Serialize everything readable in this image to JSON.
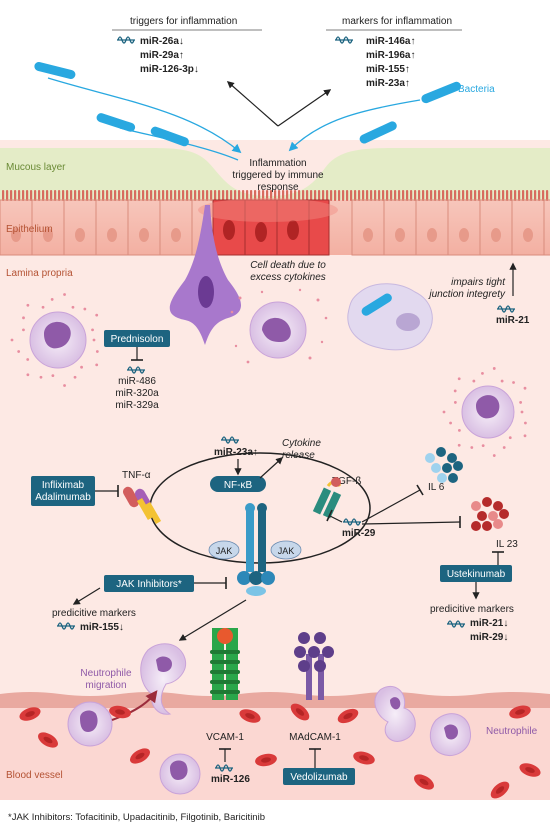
{
  "triggers": {
    "title": "triggers for inflammation",
    "items": [
      "miR-26a↓",
      "miR-29a↑",
      "miR-126-3p↓"
    ]
  },
  "markers": {
    "title": "markers for inflammation",
    "items": [
      "miR-146a↑",
      "miR-196a↑",
      "miR-155↑",
      "miR-23a↑"
    ]
  },
  "bacteria_label": "Bacteria",
  "mucous_label": "Mucous layer",
  "epithelium_label": "Epithelium",
  "lamina_label": "Lamina propria",
  "blood_label": "Blood vessel",
  "inflammation_label": [
    "Inflammation",
    "triggered by immune",
    "response"
  ],
  "cell_death_label": [
    "Cell death due to",
    "excess cytokines"
  ],
  "tight_junction": {
    "text": [
      "impairs tight",
      "junction integrety"
    ],
    "mir": "miR-21"
  },
  "prednisolon": {
    "label": "Prednisolon",
    "mirs": [
      "miR-486",
      "miR-320a",
      "miR-329a"
    ]
  },
  "mir23a_label": "miR-23a↑",
  "cytokine_release": [
    "Cytokine",
    "release"
  ],
  "nfkb_label": "NF-κB",
  "tnf_label": "TNF-α",
  "tgf_label": "TGF-ß",
  "infliximab": [
    "Infliximab",
    "Adalimumab"
  ],
  "il6_label": "IL 6",
  "il23_label": "IL 23",
  "mir29_label": "miR-29",
  "jak_labels": [
    "JAK",
    "JAK"
  ],
  "jak_inhibitors_label": "JAK Inhibitors*",
  "predictive_left": {
    "title": "predicitive markers",
    "mir": "miR-155↓"
  },
  "ustekinumab_label": "Ustekinumab",
  "predictive_right": {
    "title": "predicitive markers",
    "mirs": [
      "miR-21↓",
      "miR-29↓"
    ]
  },
  "neutrophile_migration": [
    "Neutrophile",
    "migration"
  ],
  "vcam_label": "VCAM-1",
  "madcam_label": "MAdCAM-1",
  "mir126_label": "miR-126",
  "vedolizumab_label": "Vedolizumab",
  "neutrophile_label": "Neutrophile",
  "footnote": "*JAK Inhibitors: Tofacitinib, Upadacitinib, Filgotinib, Baricitinib",
  "colors": {
    "box": "#1d6480",
    "bacteria": "#29a8e0",
    "epithelium": "#f3b9ad",
    "inflamed": "#e74c4c",
    "mucous": "#e3edc4",
    "neutrophil": "#b48ac9",
    "blood_cell": "#d93a3a"
  }
}
